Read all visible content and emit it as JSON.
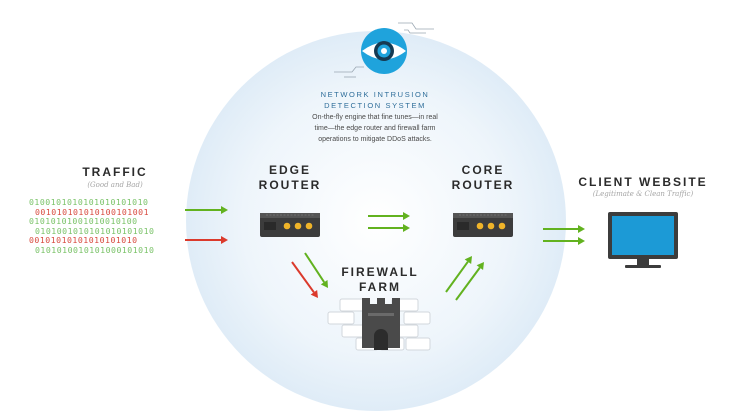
{
  "nids": {
    "title_line1": "NETWORK INTRUSION",
    "title_line2": "DETECTION SYSTEM",
    "desc_line1": "On-the-fly engine that fine tunes—in real",
    "desc_line2": "time—the edge router and firewall farm",
    "desc_line3": "operations to mitigate DDoS attacks."
  },
  "traffic": {
    "title": "TRAFFIC",
    "subtitle": "(Good and Bad)",
    "bits": [
      {
        "text": "0100101010101010101010",
        "color": "#79c267"
      },
      {
        "text": "001010101010100101001",
        "color": "#d84a3f"
      },
      {
        "text": "01010101001010010100",
        "color": "#79c267"
      },
      {
        "text": "0101001010101010101010",
        "color": "#79c267"
      },
      {
        "text": "00101010101010101010",
        "color": "#d84a3f"
      },
      {
        "text": "0101010010101000101010",
        "color": "#79c267"
      }
    ]
  },
  "edge_router": {
    "line1": "EDGE",
    "line2": "ROUTER"
  },
  "core_router": {
    "line1": "CORE",
    "line2": "ROUTER"
  },
  "firewall": {
    "line1": "FIREWALL",
    "line2": "FARM"
  },
  "client": {
    "title": "CLIENT WEBSITE",
    "subtitle": "(Legitimate & Clean Traffic)"
  },
  "colors": {
    "circle": "#e6f1fa",
    "good_arrow": "#62b21f",
    "bad_arrow": "#db3a2c",
    "eye_blue": "#1fa3dc",
    "router_dark": "#3c3c3c",
    "router_led": "#f0b429",
    "monitor_screen": "#1c9ad6"
  },
  "icons": [
    "eye-icon",
    "router-icon",
    "castle-icon",
    "monitor-icon"
  ]
}
